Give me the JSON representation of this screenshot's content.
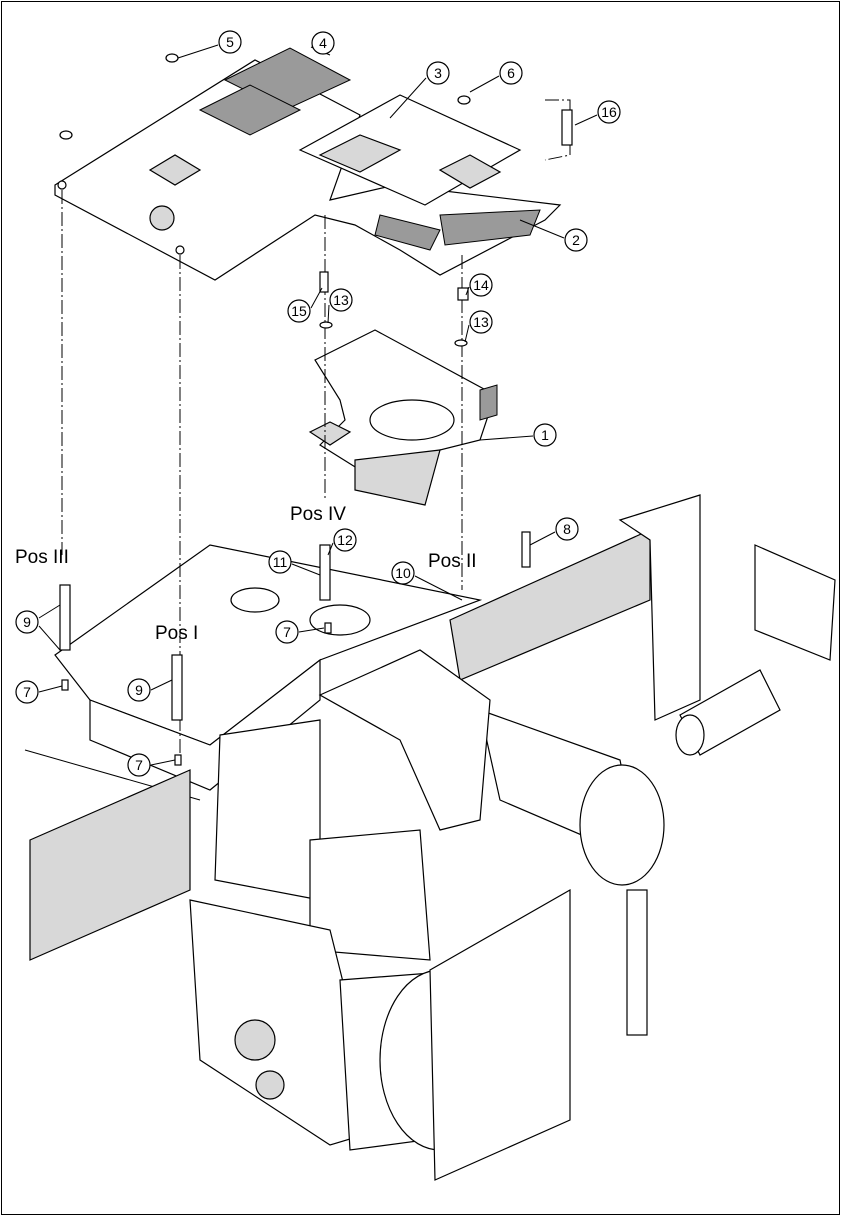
{
  "diagram": {
    "callouts": [
      {
        "id": "callout-5",
        "label": "5"
      },
      {
        "id": "callout-4",
        "label": "4"
      },
      {
        "id": "callout-3",
        "label": "3"
      },
      {
        "id": "callout-6",
        "label": "6"
      },
      {
        "id": "callout-16",
        "label": "16"
      },
      {
        "id": "callout-2",
        "label": "2"
      },
      {
        "id": "callout-15",
        "label": "15"
      },
      {
        "id": "callout-13a",
        "label": "13"
      },
      {
        "id": "callout-14",
        "label": "14"
      },
      {
        "id": "callout-13b",
        "label": "13"
      },
      {
        "id": "callout-1",
        "label": "1"
      },
      {
        "id": "callout-8",
        "label": "8"
      },
      {
        "id": "callout-12",
        "label": "12"
      },
      {
        "id": "callout-11",
        "label": "11"
      },
      {
        "id": "callout-10",
        "label": "10"
      },
      {
        "id": "callout-7a",
        "label": "7"
      },
      {
        "id": "callout-9a",
        "label": "9"
      },
      {
        "id": "callout-7b",
        "label": "7"
      },
      {
        "id": "callout-9b",
        "label": "9"
      },
      {
        "id": "callout-7c",
        "label": "7"
      }
    ],
    "positions": {
      "pos_iv": "Pos IV",
      "pos_iii": "Pos III",
      "pos_ii": "Pos II",
      "pos_i": "Pos I"
    }
  }
}
